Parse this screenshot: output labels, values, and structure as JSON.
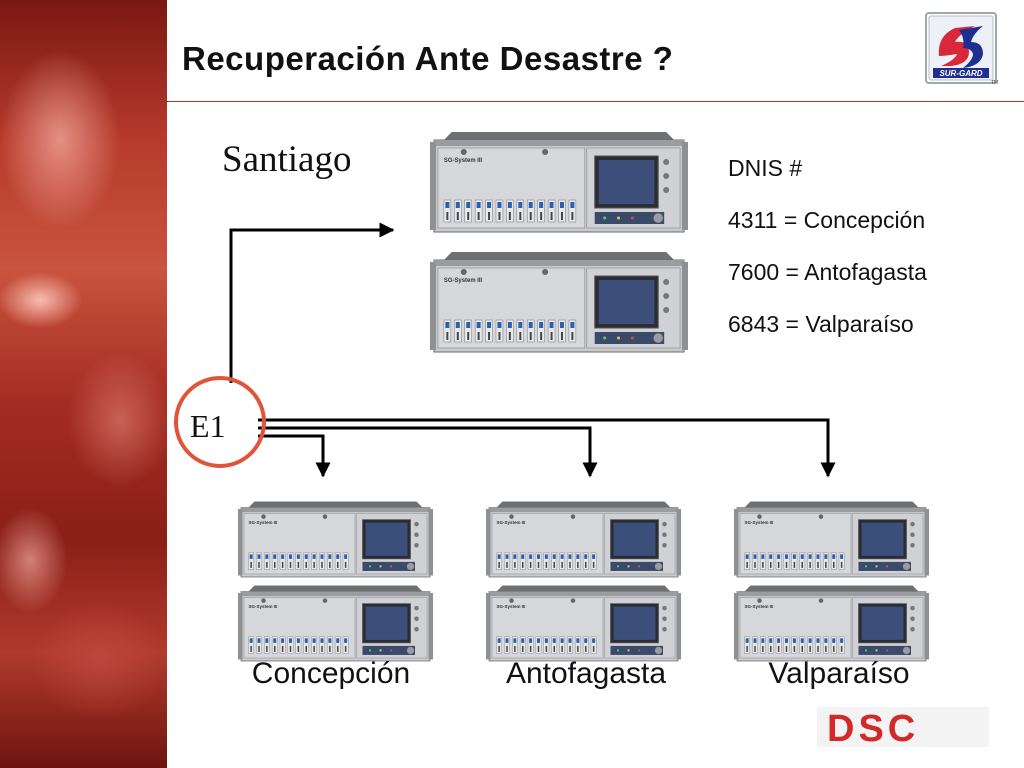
{
  "title": "Recuperación Ante Desastre ?",
  "site": "Santiago",
  "trunk": "E1",
  "dnis": {
    "heading": "DNIS #",
    "entries": [
      "4311 = Concepción",
      "7600 = Antofagasta",
      "6843 = Valparaíso"
    ]
  },
  "cities": [
    "Concepción",
    "Antofagasta",
    "Valparaíso"
  ],
  "rack_model": "SG-System III",
  "logos": {
    "surgard": "SUR-GARD",
    "surgard_tm": "TM",
    "dsc": "DSC"
  },
  "colors": {
    "accent": "#c0302a",
    "ring": "#e0553a",
    "dsc_red": "#d22a2a"
  }
}
